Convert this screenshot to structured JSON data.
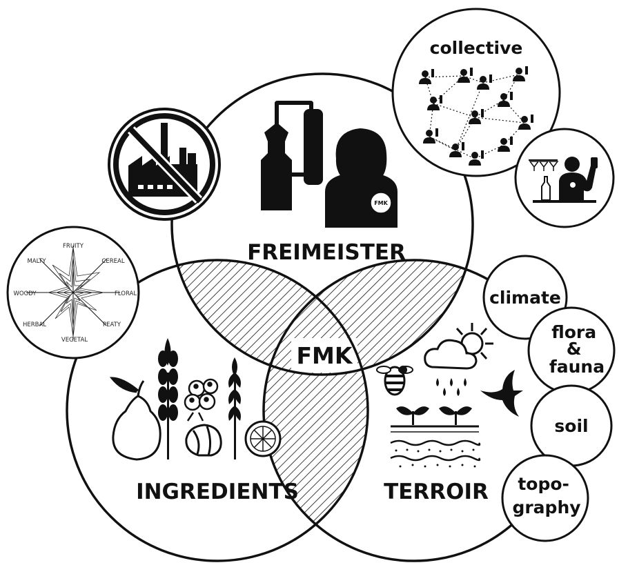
{
  "venn": {
    "top_label": "FREIMEISTER",
    "left_label": "INGREDIENTS",
    "right_label": "TERROIR",
    "center_label": "FMK"
  },
  "badge": {
    "shirt_text": "FMK"
  },
  "bubbles": {
    "collective": "collective",
    "climate": "climate",
    "flora_fauna": [
      "flora",
      "&",
      "fauna"
    ],
    "soil": "soil",
    "topography": [
      "topo-",
      "graphy"
    ]
  },
  "flavor_wheel": {
    "axes": [
      "FRUITY",
      "CEREAL",
      "FLORAL",
      "PEATY",
      "VEGETAL",
      "HERBAL",
      "WOODY",
      "MALTY"
    ]
  },
  "icons": {
    "top": [
      "no-factory-icon",
      "still-icon",
      "person-icon"
    ],
    "left": [
      "pear-icon",
      "wheat-icon",
      "berries-icon",
      "grain-icon",
      "hazelnut-icon",
      "lemon-icon"
    ],
    "right": [
      "bee-icon",
      "sun-cloud-rain-icon",
      "bird-icon",
      "sprouts-icon",
      "soil-layers-icon"
    ],
    "bubbles": [
      "network-icon",
      "bartender-icon"
    ]
  }
}
